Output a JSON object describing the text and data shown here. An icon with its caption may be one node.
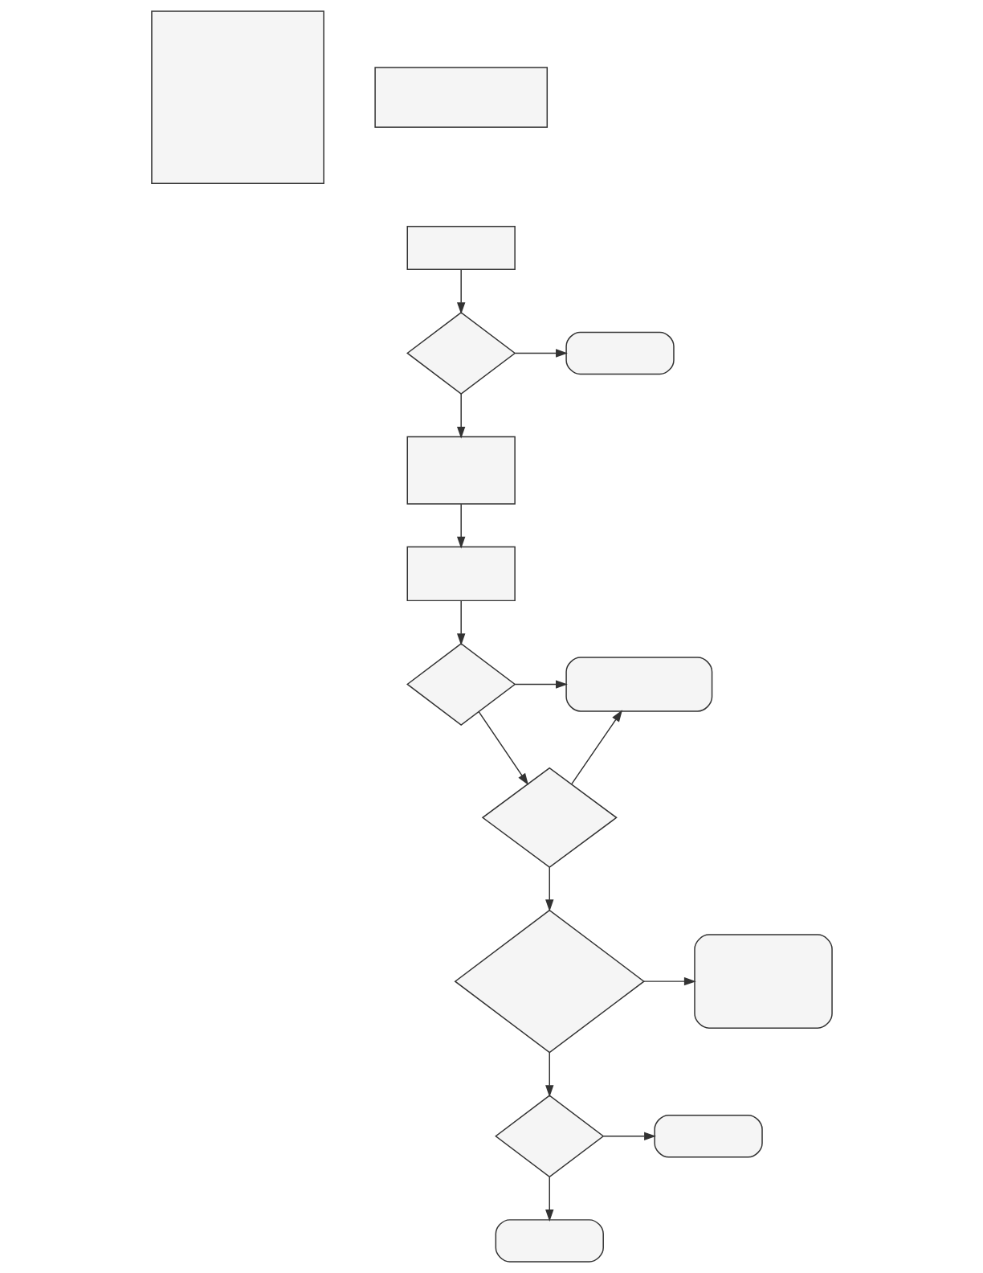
{
  "diagram": {
    "nodes": [
      {
        "text": [],
        "shape": "box"
      },
      {
        "text": [],
        "shape": "box"
      },
      {
        "text": [],
        "shape": "box"
      },
      {
        "text": [],
        "shape": "diamond"
      },
      {
        "text": [],
        "shape": "stadium"
      },
      {
        "text": [],
        "shape": "box"
      },
      {
        "text": [],
        "shape": "box"
      },
      {
        "text": [],
        "shape": "diamond"
      },
      {
        "text": [],
        "shape": "stadium"
      },
      {
        "text": [],
        "shape": "diamond"
      },
      {
        "text": [],
        "shape": "stadium"
      },
      {
        "text": [],
        "shape": "diamond"
      },
      {
        "text": [],
        "shape": "stadium"
      },
      {
        "text": [],
        "shape": "diamond"
      },
      {
        "text": [],
        "shape": "stadium"
      }
    ],
    "edges": [
      {
        "from": 2,
        "to": 3,
        "arrow": "to"
      },
      {
        "from": 3,
        "to": 4,
        "arrow": "to"
      },
      {
        "from": 3,
        "to": 5,
        "arrow": "to"
      },
      {
        "from": 5,
        "to": 6,
        "arrow": "to"
      },
      {
        "from": 6,
        "to": 9,
        "arrow": "to"
      },
      {
        "from": 9,
        "to": 10,
        "arrow": "to"
      },
      {
        "from": 9,
        "to": 13,
        "arrow": "to"
      },
      {
        "from": 13,
        "to": 10,
        "arrow": "to"
      },
      {
        "from": 13,
        "to": 7,
        "arrow": "to"
      },
      {
        "from": 7,
        "to": 8,
        "arrow": "to"
      },
      {
        "from": 7,
        "to": 11,
        "arrow": "to"
      },
      {
        "from": 11,
        "to": 12,
        "arrow": "to"
      },
      {
        "from": 11,
        "to": 14,
        "arrow": "to"
      }
    ]
  }
}
